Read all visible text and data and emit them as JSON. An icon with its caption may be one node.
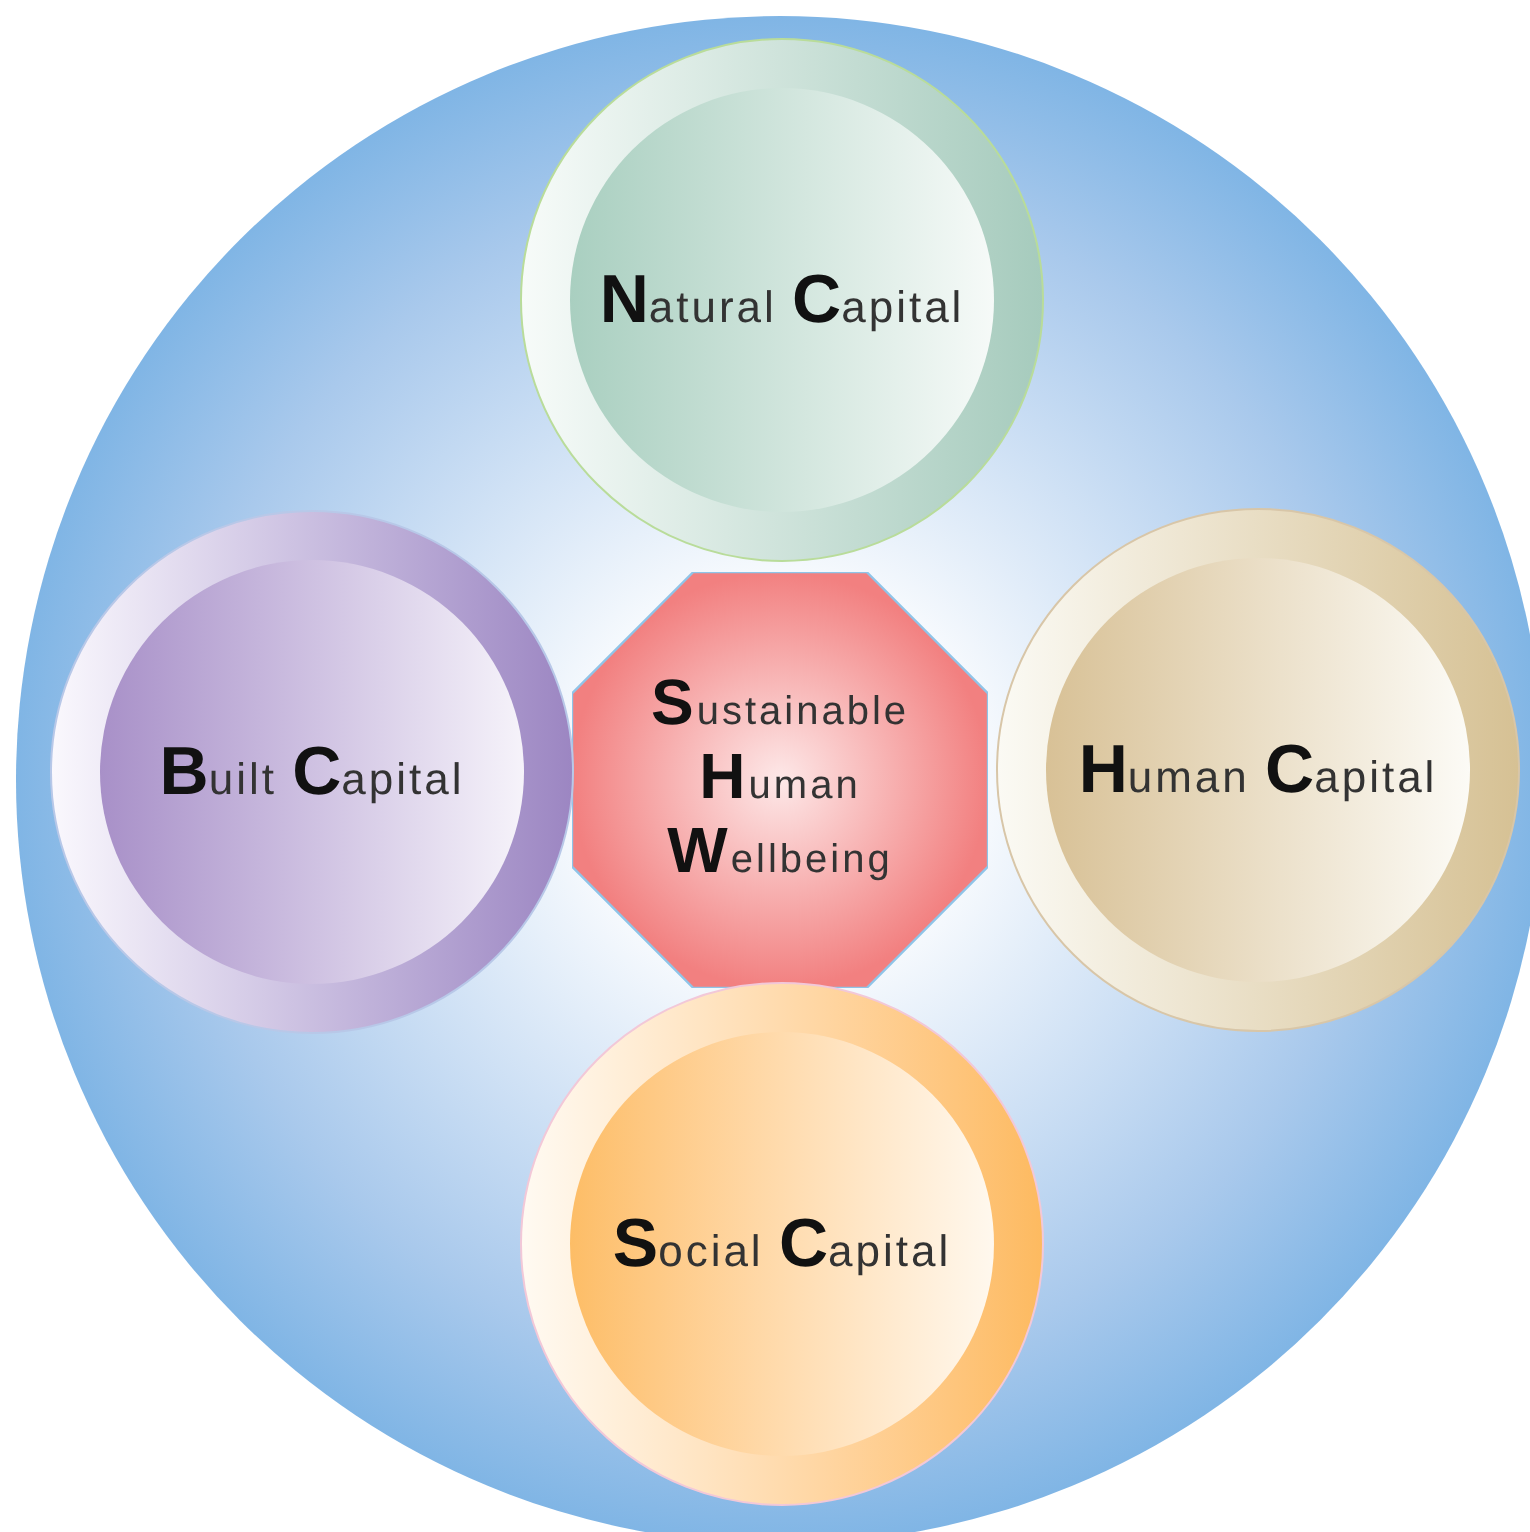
{
  "diagram": {
    "nodes": [
      {
        "text": [
          "**S**ustainable **H**uman **W**ellbeing"
        ]
      },
      {
        "text": [
          "**N**atural **C**apital"
        ]
      },
      {
        "text": [
          "**B**uilt **C**apital"
        ]
      },
      {
        "text": [
          "**H**uman **C**apital"
        ]
      },
      {
        "text": [
          "**S**ocial **C**apital"
        ]
      }
    ]
  }
}
